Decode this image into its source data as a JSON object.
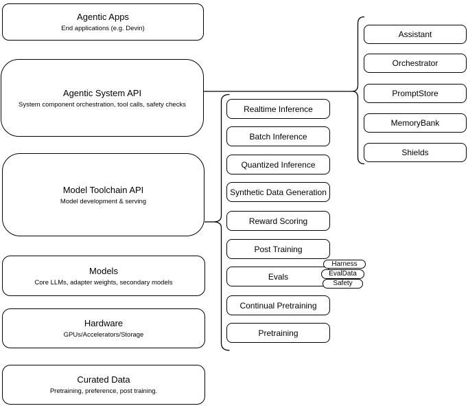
{
  "diagram": {
    "stack": [
      {
        "title": "Agentic Apps",
        "subtitle": "End applications (e.g. Devin)"
      },
      {
        "title": "Agentic System API",
        "subtitle": "System component orchestration, tool calls, safety checks"
      },
      {
        "title": "Model Toolchain API",
        "subtitle": "Model development & serving"
      },
      {
        "title": "Models",
        "subtitle": "Core LLMs, adapter weights, secondary models"
      },
      {
        "title": "Hardware",
        "subtitle": "GPUs/Accelerators/Storage"
      },
      {
        "title": "Curated Data",
        "subtitle": "Pretraining, preference, post training."
      }
    ],
    "toolchain_items": [
      "Realtime Inference",
      "Batch Inference",
      "Quantized Inference",
      "Synthetic Data Generation",
      "Reward Scoring",
      "Post Training",
      "Evals",
      "Continual Pretraining",
      "Pretraining"
    ],
    "evals_tags": [
      "Harness",
      "EvalData",
      "Safety"
    ],
    "system_components": [
      "Assistant",
      "Orchestrator",
      "PromptStore",
      "MemoryBank",
      "Shields"
    ],
    "colors": {
      "stroke": "#000000",
      "fill": "#ffffff",
      "text": "#000000",
      "background": "#ffffff"
    }
  }
}
